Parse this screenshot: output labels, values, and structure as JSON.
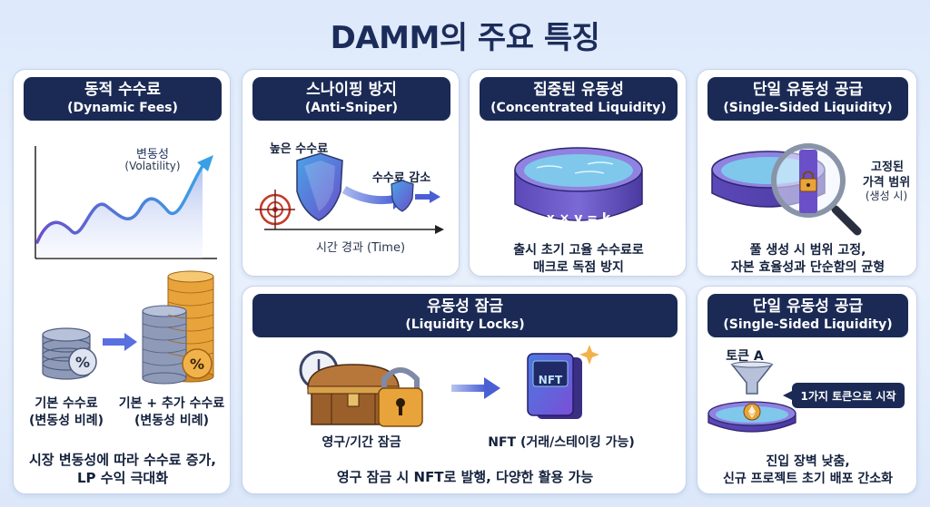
{
  "title": "DAMM의 주요 특징",
  "cards": {
    "dynamic_fees": {
      "title": "동적 수수료",
      "subtitle": "(Dynamic Fees)",
      "chart_label_ko": "변동성",
      "chart_label_en": "(Volatility)",
      "base_label": "기본 수수료",
      "base_sub": "(변동성 비례)",
      "extra_label": "기본 + 추가 수수료",
      "extra_sub": "(변동성 비례)",
      "desc_line1": "시장 변동성에 따라 수수료 증가,",
      "desc_line2": "LP 수익 극대화"
    },
    "anti_sniper": {
      "title": "스나이핑 방지",
      "subtitle": "(Anti-Sniper)",
      "high_fee": "높은 수수료",
      "fee_down": "수수료 감소",
      "axis": "시간 경과 (Time)"
    },
    "concentrated": {
      "title": "집중된 유동성",
      "subtitle": "(Concentrated Liquidity)",
      "formula": "x × y = k",
      "desc_line1": "출시 초기 고율 수수료로",
      "desc_line2": "매크로 독점 방지"
    },
    "single_sided_1": {
      "title": "단일 유동성 공급",
      "subtitle": "(Single-Sided Liquidity)",
      "fixed_line1": "고정된",
      "fixed_line2": "가격 범위",
      "fixed_line3": "(생성 시)",
      "desc_line1": "풀 생성 시 범위 고정,",
      "desc_line2": "자본 효율성과 단순함의 균형"
    },
    "liquidity_locks": {
      "title": "유동성 잠금",
      "subtitle": "(Liquidity Locks)",
      "lock_label": "영구/기간 잠금",
      "nft_badge": "NFT",
      "nft_label": "NFT (거래/스테이킹 가능)",
      "desc": "영구 잠금 시 NFT로 발행, 다양한 활용 가능"
    },
    "single_sided_2": {
      "title": "단일 유동성 공급",
      "subtitle": "(Single-Sided Liquidity)",
      "token_label": "토큰 A",
      "bubble": "1가지 토큰으로 시작",
      "desc_line1": "진입 장벽 낮춤,",
      "desc_line2": "신규 프로젝트 초기 배포 간소화"
    }
  },
  "colors": {
    "header_bg": "#1b2a55",
    "accent_blue": "#3d63d6",
    "accent_purple": "#7a4fd6",
    "gold": "#e8a33a",
    "pool_water": "#7fc8ec"
  }
}
